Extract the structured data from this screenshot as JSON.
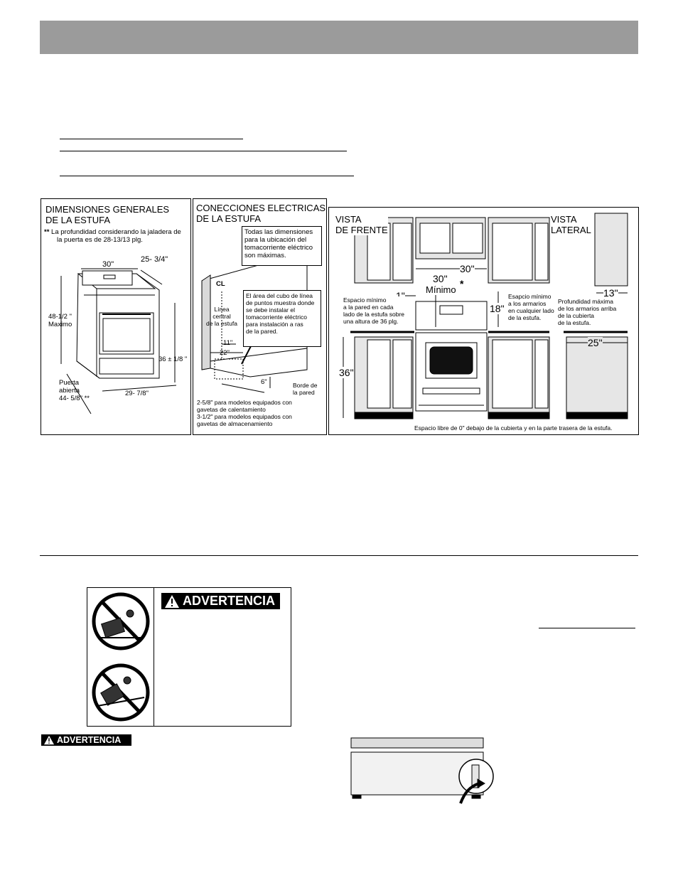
{
  "panel1": {
    "title_line1": "DIMENSIONES GENERALES",
    "title_line2": "DE LA ESTUFA",
    "note_stars": "**",
    "note_line1": "La profundidad considerando la jaladera de",
    "note_line2": "la puerta es de 28-13/13 plg.",
    "dim_width": "30\"",
    "dim_depth": "25- 3/4\"",
    "dim_height_max": "48-1/2 \"",
    "dim_height_max_label": "Maximo",
    "dim_height": "36 ± 1/8 \"",
    "door_open_line1": "Puerta",
    "door_open_line2": "abierta",
    "door_open_value": "44- 5/8\" **",
    "dim_bottom": "29- 7/8\""
  },
  "panel2": {
    "title_line1": "CONECCIONES ELECTRICAS",
    "title_line2": "DE LA ESTUFA",
    "box1_line1": "Todas las dimensiones",
    "box1_line2": "para la ubicación del",
    "box1_line3": "tomacorriente eléctrico",
    "box1_line4": "son máximas.",
    "box2_line1": "El área del cubo de línea",
    "box2_line2": "de puntos muestra donde",
    "box2_line3": "se debe instalar el",
    "box2_line4": "tomacorriente eléctrico",
    "box2_line5": "para instalación a ras",
    "box2_line6": "de la pared.",
    "cl_symbol": "CL",
    "cl_line1": "Línea",
    "cl_line2": "central",
    "cl_line3": "de la estufa",
    "dim_11": "11\"",
    "dim_22": "22\"",
    "dim_6": "6\"",
    "wall_edge_line1": "Borde de",
    "wall_edge_line2": "la pared",
    "foot_line1": "2-5/8\" para modelos equipados con",
    "foot_line2": "gavetas de calentamiento",
    "foot_line3": "3-1/2\" para modelos equipados con",
    "foot_line4": "gavetas de almacenamiento"
  },
  "panel3": {
    "front_line1": "VISTA",
    "front_line2": "DE FRENTE",
    "side_line1": "VISTA",
    "side_line2": "LATERAL",
    "dim_30": "30\"",
    "dim_30_min": "30\"",
    "min_label": "Mínimo",
    "star": "*",
    "dim_1": "1\"",
    "dim_18": "18\"",
    "dim_36": "36\"",
    "dim_13": "13\"",
    "dim_25": "25\"",
    "left_note_line1": "Espacio mínimo",
    "left_note_line2": "a la pared en cada",
    "left_note_line3": "lado de la estufa sobre",
    "left_note_line4": "una altura de 36 plg.",
    "mid_note_line1": "Esapcio mínimo",
    "mid_note_line2": "a los armarios",
    "mid_note_line3": "en cualquier lado",
    "mid_note_line4": "de la estufa.",
    "right_note_line1": "Profundidad máxima",
    "right_note_line2": "de los armarios arriba",
    "right_note_line3": "de la cubierta",
    "right_note_line4": "de la estufa.",
    "bottom_note": "Espacio libre de 0\" debajo de la cubierta y en la parte trasera de la estufa."
  },
  "warning": {
    "badge_label": "ADVERTENCIA",
    "badge2_label": "ADVERTENCIA"
  },
  "colors": {
    "header_gray": "#9b9b9b",
    "cabinet_fill": "#e6e6e6",
    "floor_black": "#000000"
  }
}
